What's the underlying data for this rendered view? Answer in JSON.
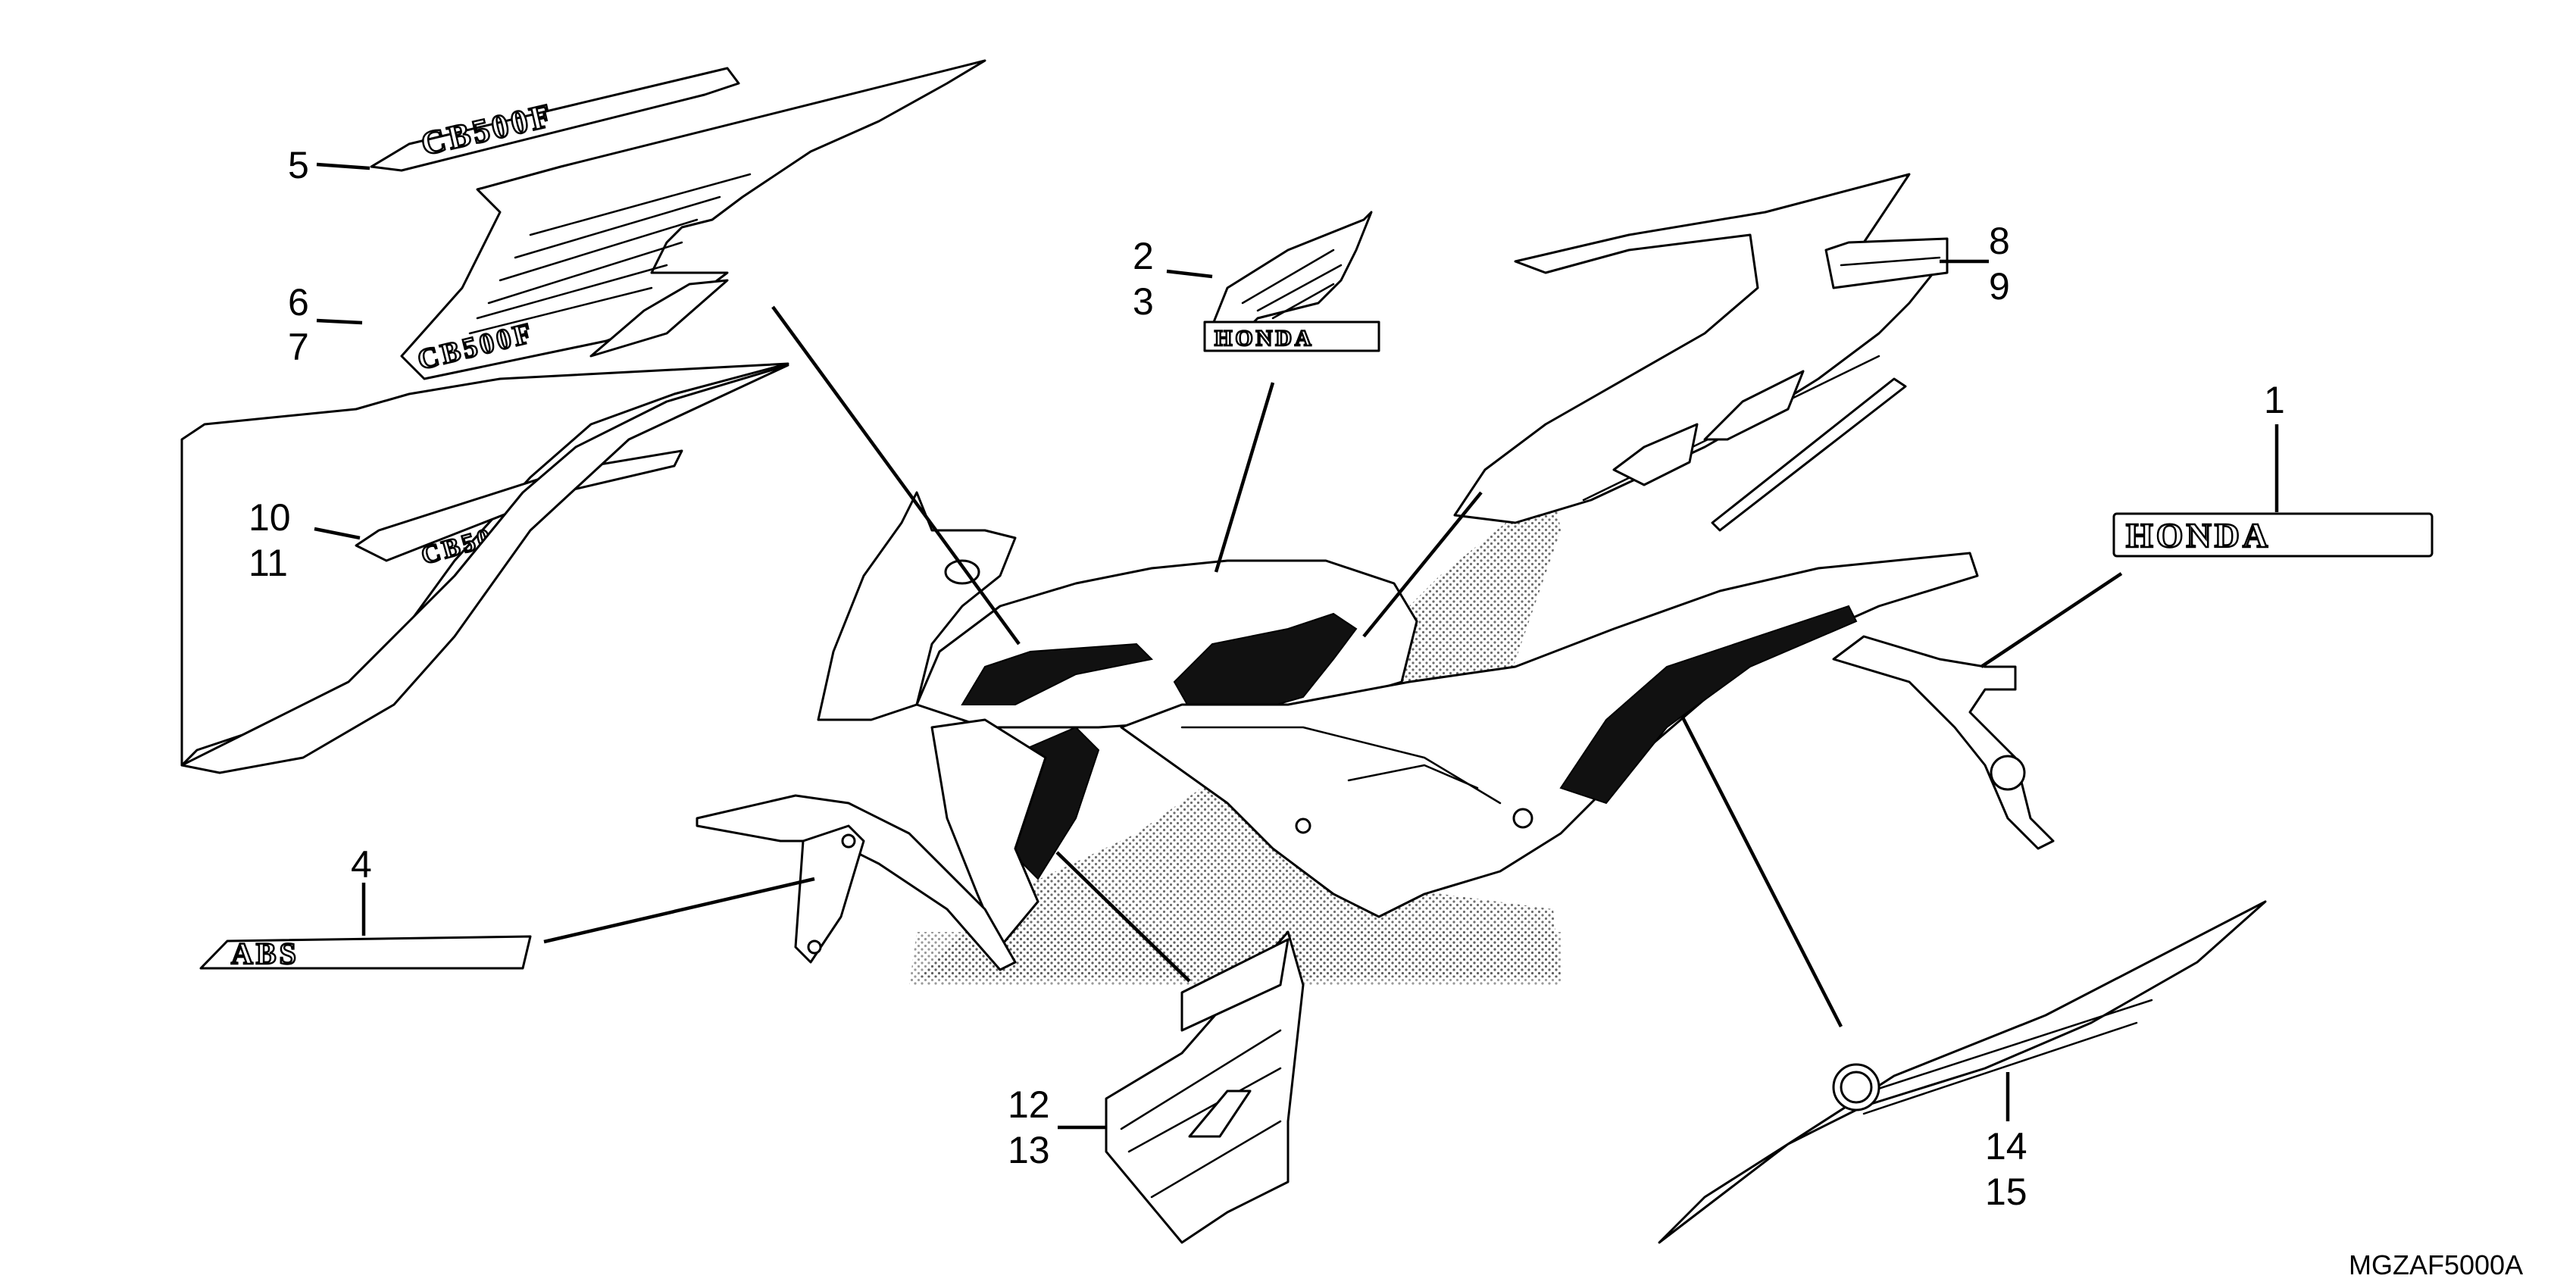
{
  "callouts": {
    "c1": "1",
    "c2": "2",
    "c3": "3",
    "c4": "4",
    "c5": "5",
    "c6": "6",
    "c7": "7",
    "c8": "8",
    "c9": "9",
    "c10": "10",
    "c11": "11",
    "c12": "12",
    "c13": "13",
    "c14": "14",
    "c15": "15"
  },
  "emblems": {
    "honda_large": "HONDA",
    "honda_wing": "HONDA",
    "abs": "ABS",
    "cb500f": "CB500F"
  },
  "diagram_code": "MGZAF5000A"
}
